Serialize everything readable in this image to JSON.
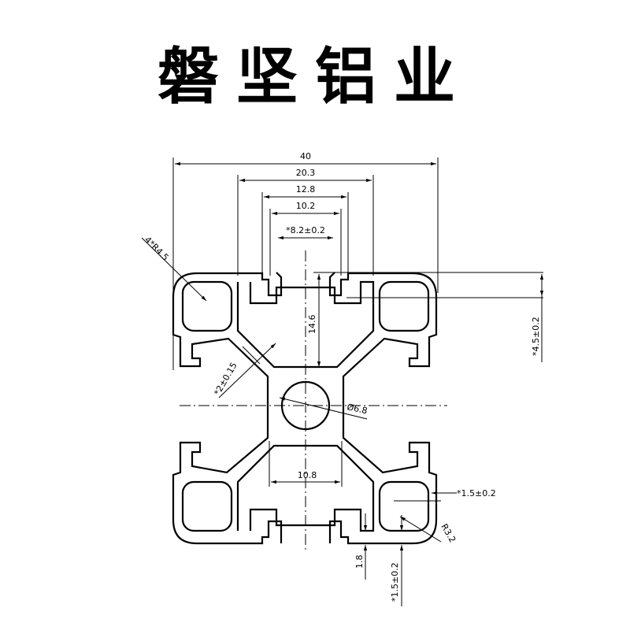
{
  "title": "磐坚铝业",
  "dimensions": {
    "width_40": "40",
    "width_20_3": "20.3",
    "width_12_8": "12.8",
    "width_10_2": "10.2",
    "slot_8_2": "*8.2±0.2",
    "radius_4r4_5": "4*R4.5",
    "depth_14_6": "14.6",
    "wall_4_5": "*4.5±0.2",
    "web_2": "*2±0.15",
    "bore_6_8": "Ø6.8",
    "core_10_8": "10.8",
    "wall_1_5_right": "*1.5±0.2",
    "radius_3_2": "R3.2",
    "lip_1_8": "1.8",
    "wall_1_5_bottom": "*1.5±0.2"
  }
}
